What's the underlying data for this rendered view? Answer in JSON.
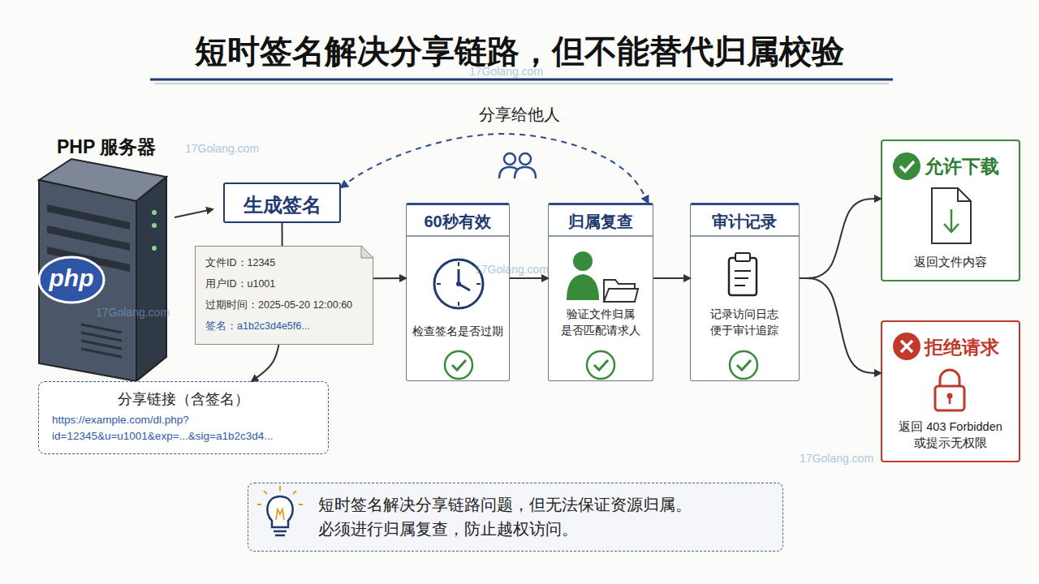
{
  "diagram": {
    "title": "短时签名解决分享链路，但不能替代归属校验",
    "nodes": [
      {
        "text": [
          "生成签名"
        ]
      },
      {
        "text": [
          "文件ID：12345",
          "用户ID：u1001",
          "过期时间：2025-05-20 12:00:60",
          "签名：a1b2c3d4e5f6..."
        ]
      },
      {
        "text": [
          "分享链接（含签名）",
          "https://example.com/dl.php? id=12345&u=u1001&exp=...&sig=a1b2c3d4..."
        ]
      },
      {
        "text": [
          "60秒有效",
          "检查签名是否过期"
        ]
      },
      {
        "text": [
          "归属复查",
          "验证文件归属 是否匹配请求人"
        ]
      },
      {
        "text": [
          "审计记录",
          "记录访问日志 便于审计追踪"
        ]
      },
      {
        "text": [
          "允许下载",
          "返回文件内容"
        ]
      },
      {
        "text": [
          "拒绝请求",
          "返回 403 Forbidden 或提示无权限"
        ]
      },
      {
        "text": [
          "短时签名解决分享链路问题，但无法保证资源归属。 必须进行归属复查，防止越权访问。"
        ]
      }
    ],
    "edges": [
      {
        "from": 0,
        "to": 1,
        "arrow": "none"
      },
      {
        "from": 0,
        "to": 4,
        "label": "分享给他人",
        "arrow": "both"
      },
      {
        "from": 1,
        "to": 2,
        "arrow": "to"
      },
      {
        "from": 1,
        "to": 3,
        "arrow": "to"
      },
      {
        "from": 3,
        "to": 4,
        "arrow": "to"
      },
      {
        "from": 4,
        "to": 5,
        "arrow": "to"
      },
      {
        "from": 5,
        "to": 6,
        "arrow": "to"
      },
      {
        "from": 5,
        "to": 7,
        "arrow": "to"
      }
    ],
    "labels": [
      "PHP 服务器",
      "php",
      "17Golang.com",
      "17Golang.com",
      "17Golang.com",
      "17Golang.com",
      "17Golang.com"
    ]
  }
}
